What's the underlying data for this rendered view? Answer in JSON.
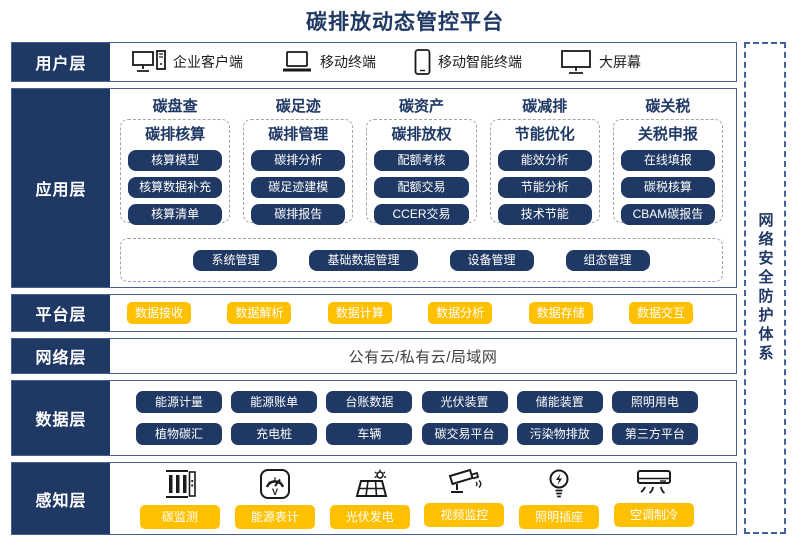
{
  "title": "碳排放动态管控平台",
  "colors": {
    "navy": "#1F3864",
    "yellow": "#FFC000",
    "row_border": "#44608F",
    "dash_gray": "#A3A3A3"
  },
  "security_strip": {
    "label": "网络安全防护体系"
  },
  "layers": {
    "user": {
      "label": "用户层",
      "items": [
        {
          "icon": "desktop-pc-icon",
          "label": "企业客户端"
        },
        {
          "icon": "laptop-icon",
          "label": "移动终端"
        },
        {
          "icon": "smartphone-icon",
          "label": "移动智能终端"
        },
        {
          "icon": "large-screen-icon",
          "label": "大屏幕"
        }
      ]
    },
    "application": {
      "label": "应用层",
      "columns": [
        {
          "header": "碳盘查",
          "title": "碳排核算",
          "items": [
            "核算模型",
            "核算数据补充",
            "核算清单"
          ]
        },
        {
          "header": "碳足迹",
          "title": "碳排管理",
          "items": [
            "碳排分析",
            "碳足迹建模",
            "碳排报告"
          ]
        },
        {
          "header": "碳资产",
          "title": "碳排放权",
          "items": [
            "配额考核",
            "配额交易",
            "CCER交易"
          ]
        },
        {
          "header": "碳减排",
          "title": "节能优化",
          "items": [
            "能效分析",
            "节能分析",
            "技术节能"
          ]
        },
        {
          "header": "碳关税",
          "title": "关税申报",
          "items": [
            "在线填报",
            "碳税核算",
            "CBAM碳报告"
          ]
        }
      ],
      "admin_items": [
        "系统管理",
        "基础数据管理",
        "设备管理",
        "组态管理"
      ]
    },
    "platform": {
      "label": "平台层",
      "items": [
        "数据接收",
        "数据解析",
        "数据计算",
        "数据分析",
        "数据存储",
        "数据交互"
      ]
    },
    "network": {
      "label": "网络层",
      "text": "公有云/私有云/局域网"
    },
    "data": {
      "label": "数据层",
      "rows": [
        [
          "能源计量",
          "能源账单",
          "台账数据",
          "光伏装置",
          "储能装置",
          "照明用电"
        ],
        [
          "植物碳汇",
          "充电桩",
          "车辆",
          "碳交易平台",
          "污染物排放",
          "第三方平台"
        ]
      ]
    },
    "perception": {
      "label": "感知层",
      "items": [
        {
          "icon": "carbon-monitor-icon",
          "label": "碳监测"
        },
        {
          "icon": "energy-meter-icon",
          "label": "能源表计"
        },
        {
          "icon": "solar-power-icon",
          "label": "光伏发电"
        },
        {
          "icon": "cctv-camera-icon",
          "label": "视频监控"
        },
        {
          "icon": "light-socket-icon",
          "label": "照明插座"
        },
        {
          "icon": "air-conditioner-icon",
          "label": "空调制冷"
        }
      ]
    }
  }
}
